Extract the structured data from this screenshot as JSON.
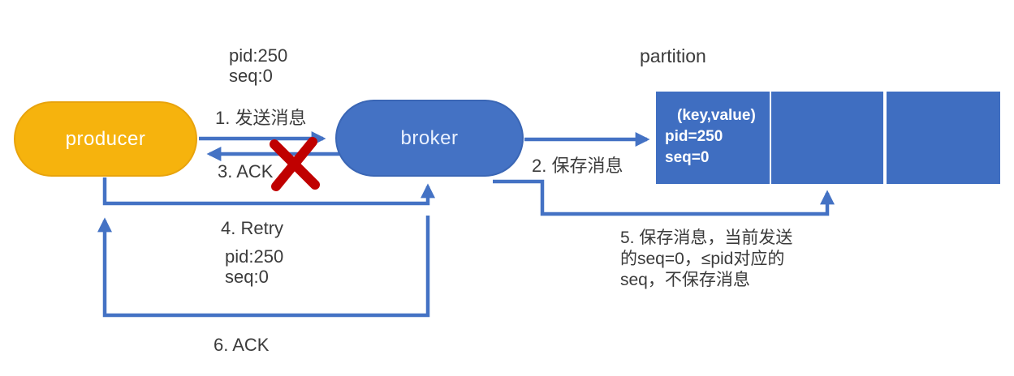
{
  "colors": {
    "producer-fill": "#F6B30D",
    "producer-border": "#E8A30C",
    "node-blue": "#3F6EC1",
    "arrow-blue": "#4472C4",
    "x-red": "#C00000",
    "label-text": "#3B3B3B",
    "node-text": "#FFFFFF"
  },
  "nodes": {
    "producer": {
      "label": "producer"
    },
    "broker": {
      "label": "broker"
    },
    "partition": {
      "title": "partition",
      "cells": [
        {
          "lines": [
            "(key,value)",
            "pid=250",
            "seq=0"
          ]
        },
        {
          "lines": []
        },
        {
          "lines": []
        }
      ]
    }
  },
  "labels": {
    "top_meta": {
      "pid": "pid:250",
      "seq": "seq:0"
    },
    "step1": "1. 发送消息",
    "step2": "2. 保存消息",
    "step3": "3. ACK",
    "step4": "4. Retry",
    "retry_meta": {
      "pid": "pid:250",
      "seq": "seq:0"
    },
    "step5": {
      "line1": "5. 保存消息，当前发送",
      "line2": "的seq=0，≤pid对应的",
      "line3": "seq，不保存消息"
    },
    "step6": "6. ACK"
  }
}
